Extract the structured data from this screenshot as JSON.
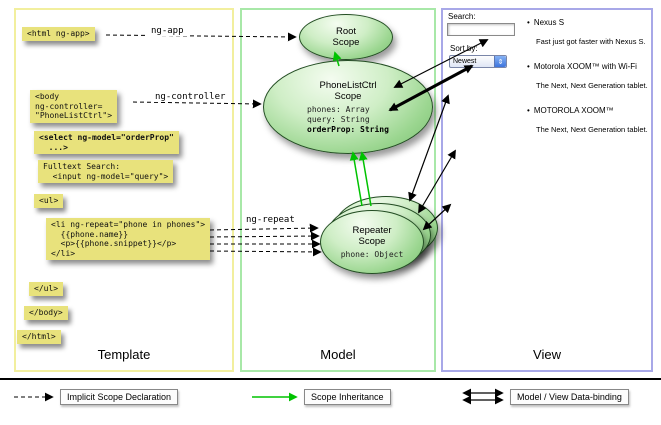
{
  "columns": {
    "template": "Template",
    "model": "Model",
    "view": "View"
  },
  "template_code": {
    "html_open": "<html ng-app>",
    "ng_app_label": "ng-app",
    "body_open": "<body\nng-controller=\n\"PhoneListCtrl\">",
    "ng_controller_label": "ng-controller",
    "select": "<select ng-model=\"orderProp\"\n  ...>",
    "fulltext": "Fulltext Search:\n  <input ng-model=\"query\">",
    "ul_open": "<ul>",
    "li_repeat": "<li ng-repeat=\"phone in phones\">\n  {{phone.name}}\n  <p>{{phone.snippet}}</p>\n</li>",
    "ng_repeat_label": "ng-repeat",
    "ul_close": "</ul>",
    "body_close": "</body>",
    "html_close": "</html>"
  },
  "scopes": {
    "root": {
      "title": "Root\nScope"
    },
    "phone_list_ctrl": {
      "title": "PhoneListCtrl\nScope",
      "prop_phones": "phones: Array",
      "prop_query": "query: String",
      "prop_order": "orderProp: String"
    },
    "repeater": {
      "title": "Repeater\nScope",
      "prop_phone": "phone: Object"
    }
  },
  "view_mock": {
    "search_label": "Search:",
    "sort_label": "Sort by:",
    "sort_value": "Newest",
    "bullet": "•",
    "dropdown_glyph": "⇕",
    "items": [
      {
        "name": "Nexus S",
        "snippet": "Fast just got faster with Nexus S."
      },
      {
        "name": "Motorola XOOM™ with Wi-Fi",
        "snippet": "The Next, Next Generation tablet."
      },
      {
        "name": "MOTOROLA XOOM™",
        "snippet": "The Next, Next Generation tablet."
      }
    ]
  },
  "legend": {
    "implicit": "Implicit Scope Declaration",
    "inheritance": "Scope Inheritance",
    "binding": "Model / View Data-binding"
  },
  "colors": {
    "green_arrow": "#00c300",
    "code_box_bg": "#e8e27c",
    "template_border": "#f2ef9e",
    "model_border": "#a8e8a8",
    "view_border": "#a8a8e8"
  }
}
